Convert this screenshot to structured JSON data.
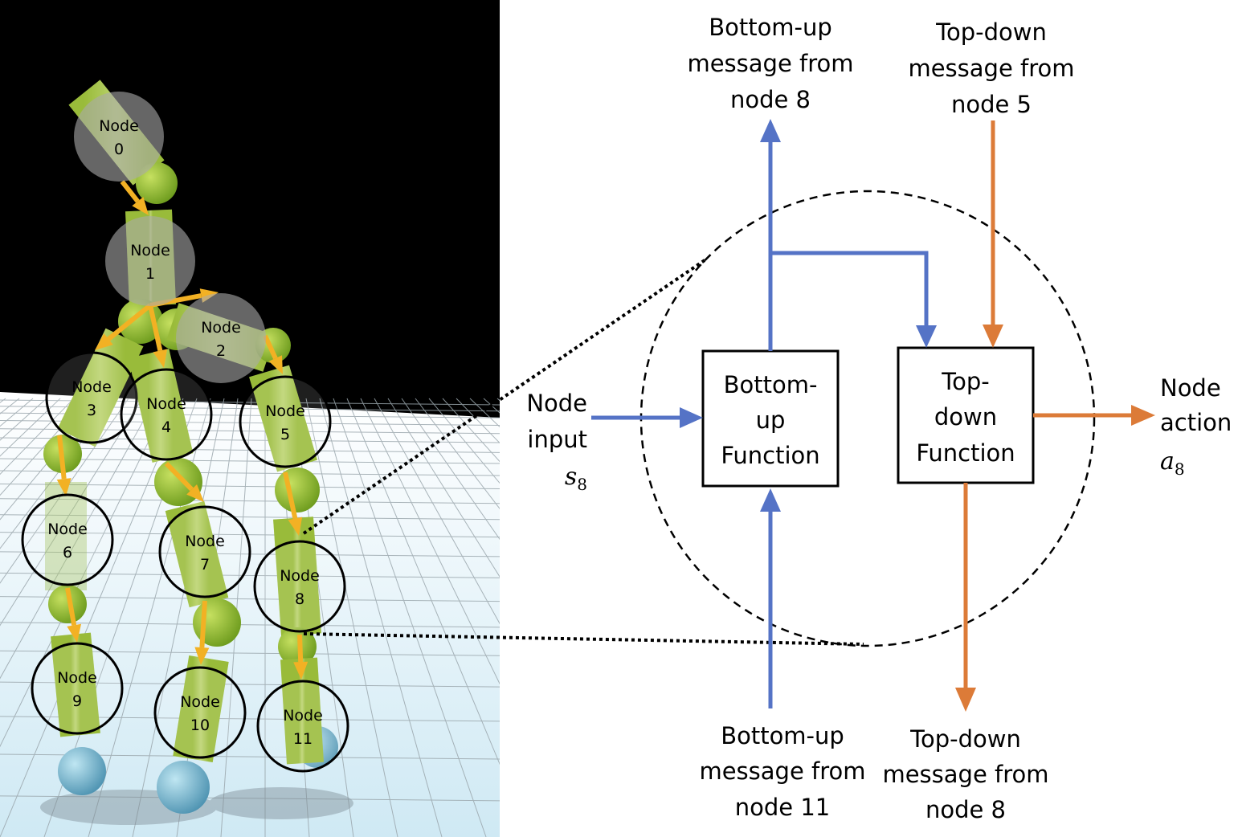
{
  "colors": {
    "blue": "#5573c6",
    "orange": "#dc7b38",
    "yellow": "#f2b124",
    "limb": "#b8cf63",
    "joint": "#8fbe2e",
    "foot": "#7fb9cf"
  },
  "robot_nodes": [
    {
      "word": "Node",
      "num": "0"
    },
    {
      "word": "Node",
      "num": "1"
    },
    {
      "word": "Node",
      "num": "2"
    },
    {
      "word": "Node",
      "num": "3"
    },
    {
      "word": "Node",
      "num": "4"
    },
    {
      "word": "Node",
      "num": "5"
    },
    {
      "word": "Node",
      "num": "6"
    },
    {
      "word": "Node",
      "num": "7"
    },
    {
      "word": "Node",
      "num": "8"
    },
    {
      "word": "Node",
      "num": "9"
    },
    {
      "word": "Node",
      "num": "10"
    },
    {
      "word": "Node",
      "num": "11"
    }
  ],
  "diagram": {
    "top_left_label": [
      "Bottom-up",
      "message from",
      "node 8"
    ],
    "top_right_label": [
      "Top-down",
      "message from",
      "node 5"
    ],
    "bottom_left_label": [
      "Bottom-up",
      "message from",
      "node 11"
    ],
    "bottom_right_label": [
      "Top-down",
      "message from",
      "node 8"
    ],
    "bottom_up_box": [
      "Bottom-",
      "up",
      "Function"
    ],
    "top_down_box": [
      "Top-",
      "down",
      "Function"
    ],
    "node_input": {
      "line1": "Node",
      "line2": "input",
      "symbol": "s",
      "subscript": "8"
    },
    "node_action": {
      "line1": "Node",
      "line2": "action",
      "symbol": "a",
      "subscript": "8"
    }
  }
}
